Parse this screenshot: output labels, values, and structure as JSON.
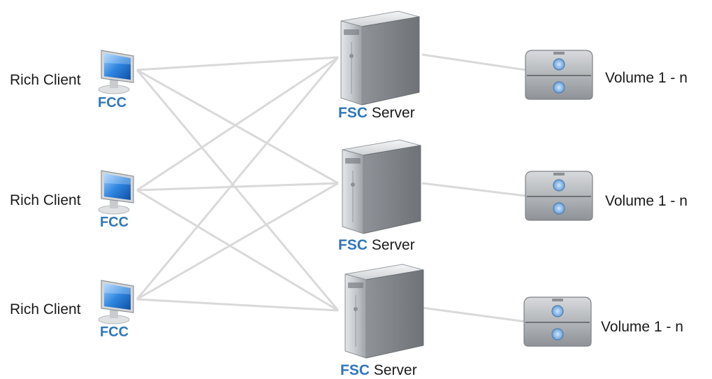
{
  "colors": {
    "accent": "#2f76b9",
    "link_line": "#d9d9d9",
    "text": "#1a1a1a"
  },
  "clients": [
    {
      "label": "Rich Client",
      "cache": "FCC"
    },
    {
      "label": "Rich Client",
      "cache": "FCC"
    },
    {
      "label": "Rich Client",
      "cache": "FCC"
    }
  ],
  "servers": [
    {
      "prefix": "FSC",
      "label": "Server"
    },
    {
      "prefix": "FSC",
      "label": "Server"
    },
    {
      "prefix": "FSC",
      "label": "Server"
    }
  ],
  "volumes": [
    {
      "label": "Volume 1 - n"
    },
    {
      "label": "Volume 1 - n"
    },
    {
      "label": "Volume 1 - n"
    }
  ],
  "icons": {
    "client": "desktop-computer-icon",
    "server": "tower-server-icon",
    "volume": "storage-drive-icon"
  }
}
